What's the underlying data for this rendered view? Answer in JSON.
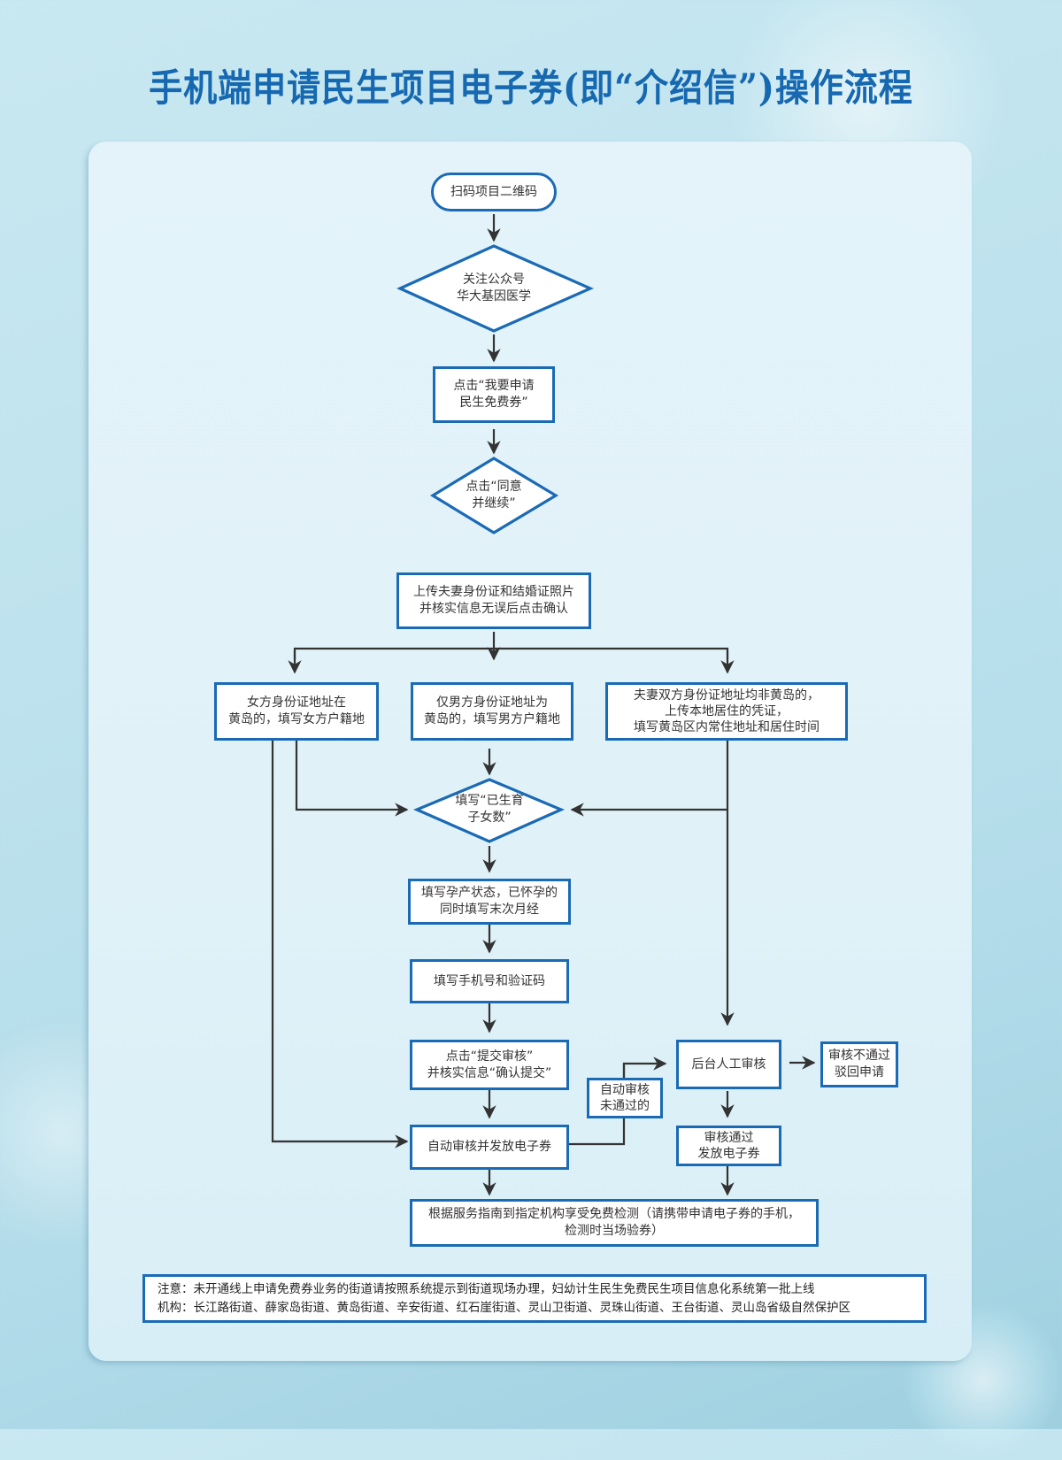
{
  "title": "手机端申请民生项目电子券(即“介绍信”)操作流程",
  "colors": {
    "title": "#1668b0",
    "node_border": "#1a6ab5",
    "arrow": "#333333",
    "panel": "#e0f2f8",
    "background": "#bfe3ee"
  },
  "nodes": {
    "start": {
      "shape": "terminal",
      "lines": [
        "扫码项目二维码"
      ]
    },
    "follow": {
      "shape": "diamond",
      "lines": [
        "关注公众号",
        "华大基因医学"
      ]
    },
    "apply": {
      "shape": "process",
      "lines": [
        "点击“我要申请",
        "民生免费券”"
      ]
    },
    "agree": {
      "shape": "diamond",
      "lines": [
        "点击“同意",
        "并继续”"
      ]
    },
    "upload": {
      "shape": "process",
      "lines": [
        "上传夫妻身份证和结婚证照片",
        "并核实信息无误后点击确认"
      ]
    },
    "female": {
      "shape": "process",
      "lines": [
        "女方身份证地址在",
        "黄岛的，填写女方户籍地"
      ]
    },
    "male": {
      "shape": "process",
      "lines": [
        "仅男方身份证地址为",
        "黄岛的，填写男方户籍地"
      ]
    },
    "neither": {
      "shape": "process",
      "lines": [
        "夫妻双方身份证地址均非黄岛的，",
        "上传本地居住的凭证，",
        "填写黄岛区内常住地址和居住时间"
      ]
    },
    "children": {
      "shape": "diamond",
      "lines": [
        "填写“已生育",
        "子女数”"
      ]
    },
    "pregnancy": {
      "shape": "process",
      "lines": [
        "填写孕产状态，已怀孕的",
        "同时填写末次月经"
      ]
    },
    "phone": {
      "shape": "process",
      "lines": [
        "填写手机号和验证码"
      ]
    },
    "submit": {
      "shape": "process",
      "lines": [
        "点击“提交审核”",
        "并核实信息“确认提交”"
      ]
    },
    "auto_issue": {
      "shape": "process",
      "lines": [
        "自动审核并发放电子券"
      ]
    },
    "auto_failed": {
      "shape": "label",
      "lines": [
        "自动审核",
        "未通过的"
      ]
    },
    "manual": {
      "shape": "process",
      "lines": [
        "后台人工审核"
      ]
    },
    "rejected": {
      "shape": "process",
      "lines": [
        "审核不通过",
        "驳回申请"
      ]
    },
    "approved": {
      "shape": "process",
      "lines": [
        "审核通过",
        "发放电子券"
      ]
    },
    "exam": {
      "shape": "process",
      "lines": [
        "根据服务指南到指定机构享受免费检测（请携带申请电子券的手机，",
        "检测时当场验券）"
      ]
    }
  },
  "note": {
    "lines": [
      "注意：未开通线上申请免费券业务的街道请按照系统提示到街道现场办理，妇幼计生民生免费民生项目信息化系统第一批上线",
      "机构：长江路街道、薛家岛街道、黄岛街道、辛安街道、红石崖街道、灵山卫街道、灵珠山街道、王台街道、灵山岛省级自然保护区"
    ]
  },
  "edges": [
    {
      "from": "start",
      "to": "follow"
    },
    {
      "from": "follow",
      "to": "apply"
    },
    {
      "from": "apply",
      "to": "agree"
    },
    {
      "from": "upload",
      "to": "female"
    },
    {
      "from": "upload",
      "to": "male"
    },
    {
      "from": "upload",
      "to": "neither"
    },
    {
      "from": "female",
      "to": "children"
    },
    {
      "from": "female",
      "to": "auto_issue"
    },
    {
      "from": "male",
      "to": "children"
    },
    {
      "from": "neither",
      "to": "children"
    },
    {
      "from": "neither",
      "to": "manual"
    },
    {
      "from": "children",
      "to": "pregnancy"
    },
    {
      "from": "pregnancy",
      "to": "phone"
    },
    {
      "from": "phone",
      "to": "submit"
    },
    {
      "from": "submit",
      "to": "auto_issue"
    },
    {
      "from": "auto_issue",
      "to": "manual",
      "label": "auto_failed"
    },
    {
      "from": "manual",
      "to": "rejected"
    },
    {
      "from": "manual",
      "to": "approved"
    },
    {
      "from": "auto_issue",
      "to": "exam"
    },
    {
      "from": "approved",
      "to": "exam"
    }
  ]
}
